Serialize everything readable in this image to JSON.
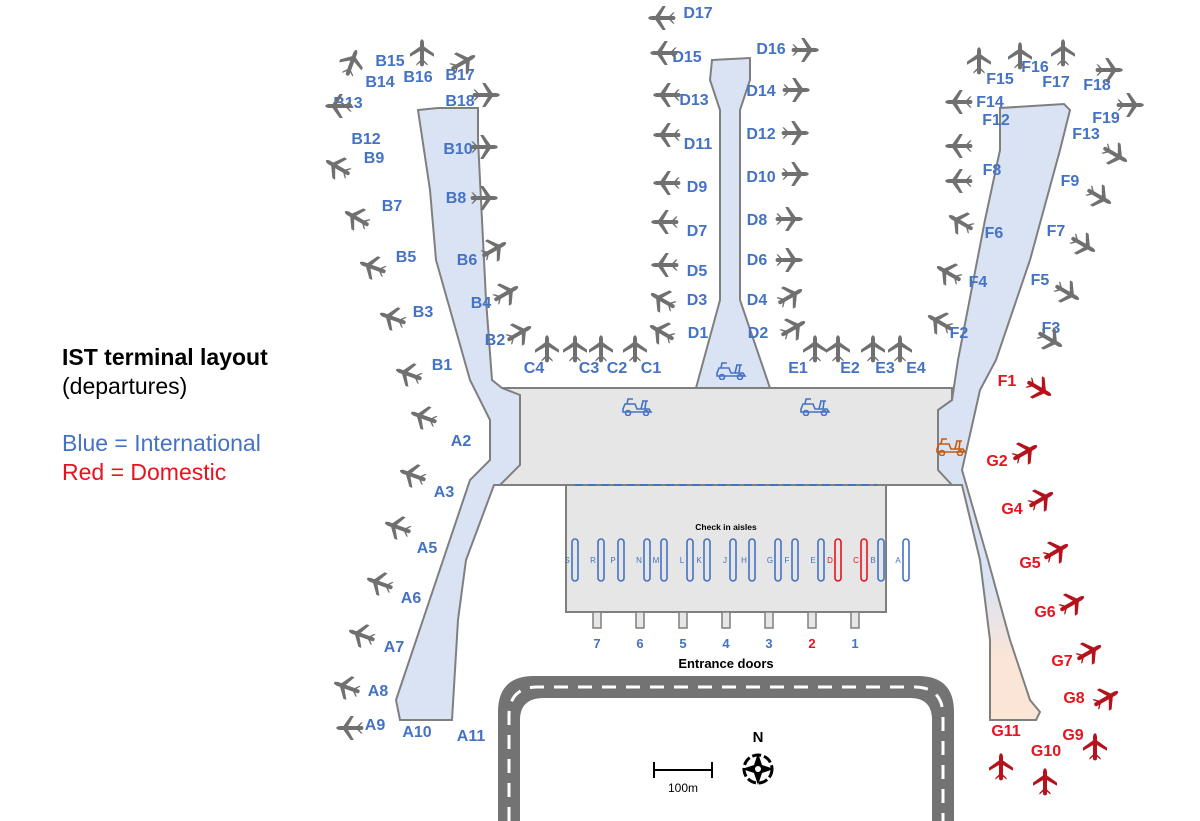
{
  "legend": {
    "title": "IST terminal layout",
    "subtitle": "(departures)",
    "international": "Blue = International",
    "domestic": "Red = Domestic"
  },
  "colors": {
    "international": "#4472c4",
    "domestic": "#e8131e",
    "domestic_plane": "#b5121b",
    "plane_gray": "#707070",
    "pier_blue_fill": "#dae3f3",
    "pier_orange_fill": "#fbe5d6",
    "terminal_fill": "#e6e6e6",
    "outline": "#7f7f7f",
    "cart_orange": "#c55a11"
  },
  "gates": {
    "A": [
      "A2",
      "A3",
      "A5",
      "A6",
      "A7",
      "A8",
      "A9",
      "A10",
      "A11"
    ],
    "B": [
      "B1",
      "B2",
      "B3",
      "B4",
      "B5",
      "B6",
      "B7",
      "B8",
      "B9",
      "B10",
      "B12",
      "B13",
      "B14",
      "B15",
      "B16",
      "B17",
      "B18"
    ],
    "C": [
      "C1",
      "C2",
      "C3",
      "C4"
    ],
    "D": [
      "D1",
      "D2",
      "D3",
      "D4",
      "D5",
      "D6",
      "D7",
      "D8",
      "D9",
      "D10",
      "D11",
      "D12",
      "D13",
      "D14",
      "D15",
      "D16",
      "D17"
    ],
    "E": [
      "E1",
      "E2",
      "E3",
      "E4"
    ],
    "F_international": [
      "F2",
      "F3",
      "F4",
      "F5",
      "F6",
      "F7",
      "F8",
      "F9",
      "F12",
      "F13",
      "F14",
      "F15",
      "F16",
      "F17",
      "F18",
      "F19"
    ],
    "F_domestic": [
      "F1"
    ],
    "G": [
      "G2",
      "G4",
      "G5",
      "G6",
      "G7",
      "G8",
      "G9",
      "G10",
      "G11"
    ]
  },
  "checkin": {
    "title": "Check in aisles",
    "aisles": [
      {
        "label": "S",
        "type": "international"
      },
      {
        "label": "R",
        "type": "international"
      },
      {
        "label": "P",
        "type": "international"
      },
      {
        "label": "N",
        "type": "international"
      },
      {
        "label": "M",
        "type": "international"
      },
      {
        "label": "L",
        "type": "international"
      },
      {
        "label": "K",
        "type": "international"
      },
      {
        "label": "J",
        "type": "international"
      },
      {
        "label": "H",
        "type": "international"
      },
      {
        "label": "G",
        "type": "international"
      },
      {
        "label": "F",
        "type": "international"
      },
      {
        "label": "E",
        "type": "international"
      },
      {
        "label": "D",
        "type": "domestic"
      },
      {
        "label": "C",
        "type": "domestic"
      },
      {
        "label": "B",
        "type": "international"
      },
      {
        "label": "A",
        "type": "international"
      }
    ]
  },
  "entrance": {
    "title": "Entrance doors",
    "doors": [
      {
        "label": "7",
        "type": "international"
      },
      {
        "label": "6",
        "type": "international"
      },
      {
        "label": "5",
        "type": "international"
      },
      {
        "label": "4",
        "type": "international"
      },
      {
        "label": "3",
        "type": "international"
      },
      {
        "label": "2",
        "type": "domestic"
      },
      {
        "label": "1",
        "type": "international"
      }
    ]
  },
  "scale": {
    "label": "100m"
  },
  "compass": {
    "label": "N"
  },
  "icons": {
    "plane": "airplane-icon",
    "cart": "golf-cart-icon",
    "compass": "compass-rose-icon"
  }
}
